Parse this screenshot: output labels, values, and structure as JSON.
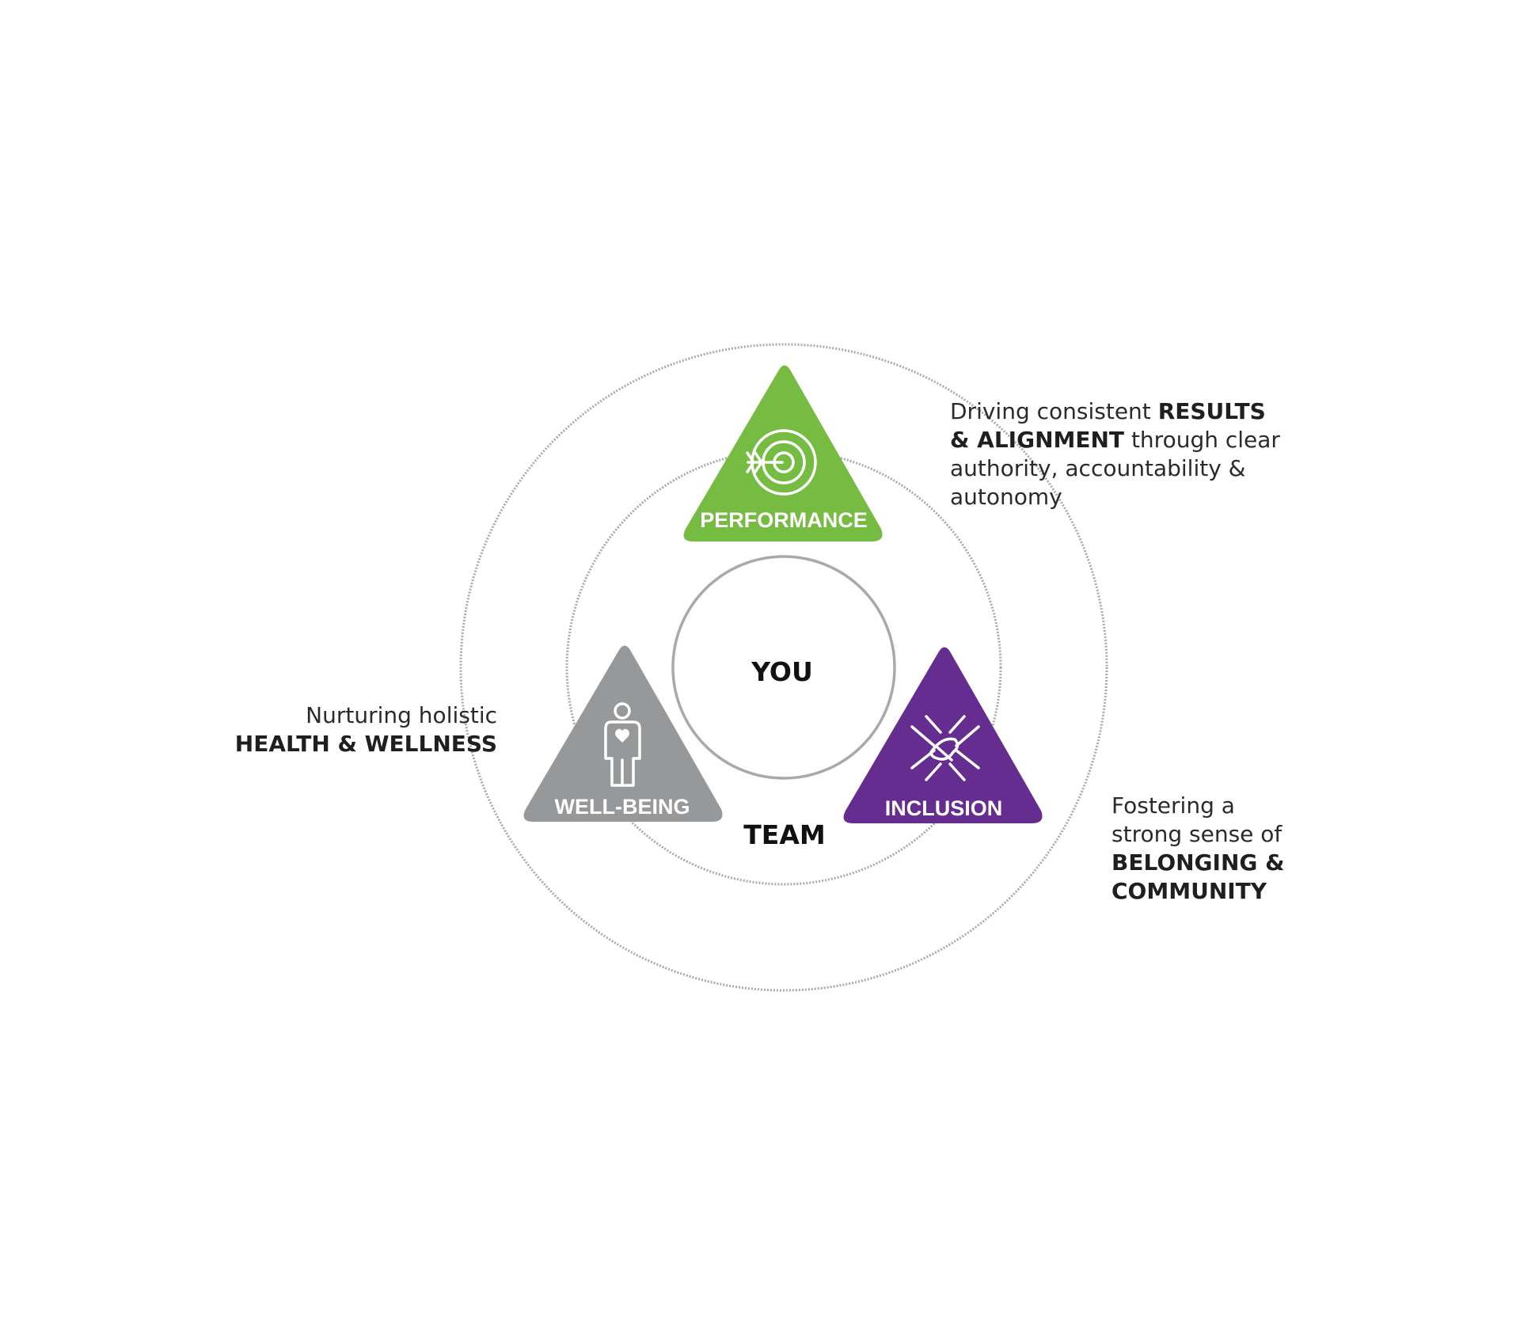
{
  "center": {
    "inner_label": "YOU",
    "outer_label": "TEAM"
  },
  "pillars": {
    "performance": {
      "label": "PERFORMANCE",
      "color": "#76bc43",
      "icon": "target-arrow-icon",
      "description": {
        "line1_plain": "Driving consistent ",
        "line1_bold": "RESULTS",
        "line2_bold": "& ALIGNMENT",
        "line2_plain": " through clear",
        "line3": "authority, accountability &",
        "line4": "autonomy"
      }
    },
    "wellbeing": {
      "label": "WELL-BEING",
      "color": "#96989a",
      "icon": "person-heart-icon",
      "description": {
        "line1": "Nurturing holistic",
        "line2_bold": "HEALTH & WELLNESS"
      }
    },
    "inclusion": {
      "label": "INCLUSION",
      "color": "#662d91",
      "icon": "stacked-hands-icon",
      "description": {
        "line1": "Fostering a",
        "line2": "strong sense of",
        "line3_bold": "BELONGING &",
        "line4_bold": "COMMUNITY"
      }
    }
  },
  "ring_color": "#a9a9a9"
}
